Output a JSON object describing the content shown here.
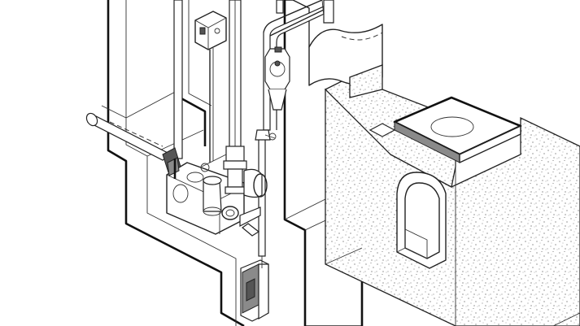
{
  "diagram": {
    "components": [
      {
        "id": "wastewater-lifting-unit",
        "icon": "pump-station-icon"
      },
      {
        "id": "control-box",
        "icon": "control-box-icon"
      },
      {
        "id": "discharge-pipe",
        "icon": "pipe-icon"
      },
      {
        "id": "vent-pipe",
        "icon": "pipe-icon"
      },
      {
        "id": "gate-valve",
        "icon": "valve-icon"
      },
      {
        "id": "check-valve",
        "icon": "valve-icon"
      },
      {
        "id": "drainage-pump",
        "icon": "submersible-pump-icon"
      },
      {
        "id": "manhole-cover",
        "icon": "manhole-icon"
      },
      {
        "id": "sewer-channel",
        "icon": "sewer-icon"
      },
      {
        "id": "concrete-wall",
        "icon": "wall-icon"
      }
    ],
    "colors": {
      "line": "#111111",
      "background": "#ffffff",
      "concrete-dots": "#555555",
      "shading": "#8a8a8a"
    }
  }
}
